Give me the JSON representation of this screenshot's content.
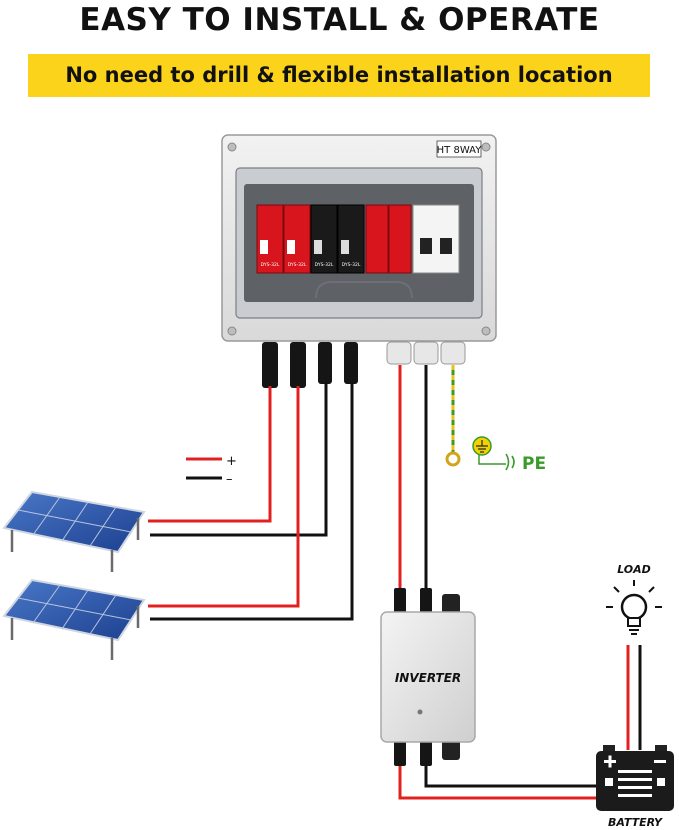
{
  "header": {
    "title": "EASY TO INSTALL & OPERATE",
    "subtitle": "No need to drill & flexible installation location"
  },
  "combiner_box": {
    "model_label": "HT 8WAY",
    "breaker_labels": [
      "DYS-32L",
      "DYS-32L",
      "DYS-32L",
      "DYS-32L"
    ]
  },
  "legend": {
    "positive": "+",
    "negative": "–"
  },
  "ground": {
    "label": "PE"
  },
  "inverter": {
    "label": "INVERTER"
  },
  "load": {
    "label": "LOAD"
  },
  "battery": {
    "label": "BATTERY"
  },
  "colors": {
    "banner": "#fbd31a",
    "positive_wire": "#e0211f",
    "negative_wire": "#111111",
    "ground_wire": "#3a9a2a",
    "surge_protector": "#d8141d"
  },
  "icons": [
    "solar-panel-icon",
    "light-bulb-icon",
    "battery-icon",
    "ground-symbol-icon"
  ]
}
